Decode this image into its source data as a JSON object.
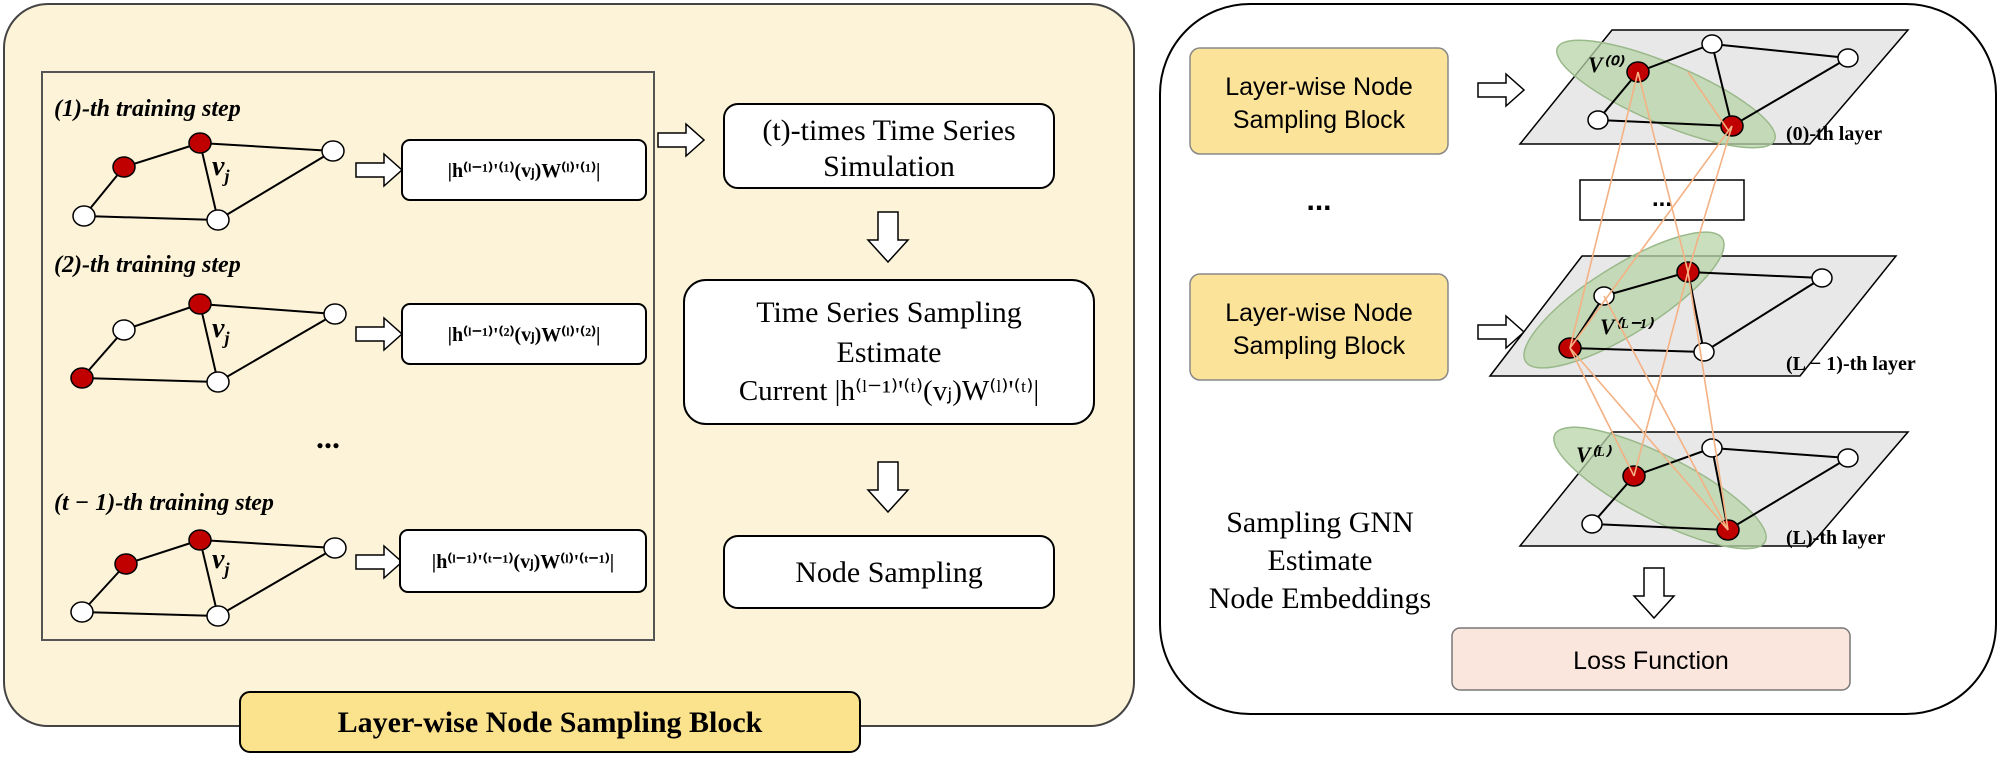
{
  "left_panel": {
    "steps": [
      {
        "label": "(1)-th training step",
        "node": "v",
        "node_sub": "j",
        "formula": "|h⁽ˡ⁻¹⁾'⁽¹⁾(vⱼ)W⁽ˡ⁾'⁽¹⁾|"
      },
      {
        "label": "(2)-th training step",
        "node": "v",
        "node_sub": "j",
        "formula": "|h⁽ˡ⁻¹⁾'⁽²⁾(vⱼ)W⁽ˡ⁾'⁽²⁾|"
      },
      {
        "label": "(t − 1)-th training step",
        "node": "v",
        "node_sub": "j",
        "formula": "|h⁽ˡ⁻¹⁾'⁽ᵗ⁻¹⁾(vⱼ)W⁽ˡ⁾'⁽ᵗ⁻¹⁾|"
      }
    ],
    "ellipsis": "...",
    "process": {
      "sim_line1": "(t)-times Time Series",
      "sim_line2": "Simulation",
      "ts_line1": "Time Series Sampling",
      "ts_line2": "Estimate",
      "ts_line3": "Current |h⁽ˡ⁻¹⁾'⁽ᵗ⁾(vⱼ)W⁽ˡ⁾'⁽ᵗ⁾|",
      "node_sampling": "Node Sampling"
    },
    "block_title": "Layer-wise Node Sampling Block"
  },
  "right_panel": {
    "block1_line1": "Layer-wise Node",
    "block1_line2": "Sampling Block",
    "block2_line1": "Layer-wise Node",
    "block2_line2": "Sampling Block",
    "ellipsis_left": "...",
    "ellipsis_box": "...",
    "layer_top_label": "(0)-th layer",
    "layer_mid_label": "(L − 1)-th layer",
    "layer_bot_label": "(L)-th layer",
    "v_top": "V⁽⁰⁾",
    "v_mid": "V⁽ᴸ⁻¹⁾",
    "v_bot": "V⁽ᴸ⁾",
    "gnn_line1": "Sampling  GNN",
    "gnn_line2": "Estimate",
    "gnn_line3": "Node Embeddings",
    "loss": "Loss Function"
  },
  "colors": {
    "left_bg": "#fdf3d9",
    "block_title_bg": "#fbe28d",
    "right_block_bg": "#fce39a",
    "loss_bg": "#fbe6de",
    "red_node": "#c00000",
    "plane": "#e8e8e8",
    "ellipse": "#b8d4a8",
    "link": "#f4b183"
  }
}
